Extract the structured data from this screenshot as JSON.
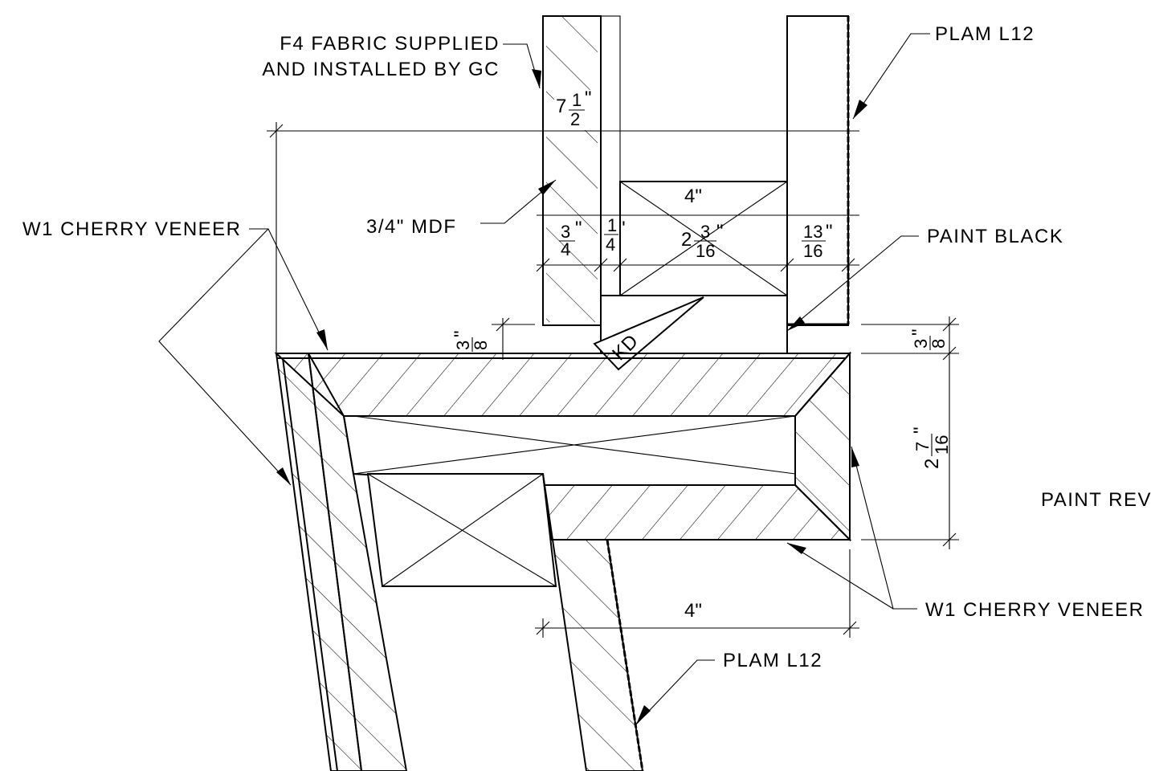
{
  "callouts": {
    "f4_fabric_line1": "F4 FABRIC SUPPLIED",
    "f4_fabric_line2": "AND INSTALLED BY GC",
    "plam_top": "PLAM L12",
    "mdf": "3/4\" MDF",
    "w1_left": "W1 CHERRY VENEER",
    "paint_black": "PAINT BLACK",
    "paint_reveal": "PAINT REV",
    "w1_right": "W1 CHERRY VENEER",
    "plam_bottom": "PLAM L12",
    "kd": "KD"
  },
  "dimensions": {
    "top_seven_whole": "7",
    "top_seven_num": "1",
    "top_seven_den": "2",
    "top_seven_inch": "\"",
    "top_block_width": "4\"",
    "three_quarter_num": "3",
    "three_quarter_den": "4",
    "three_quarter_inch": "\"",
    "quarter_num": "1",
    "quarter_den": "4",
    "quarter_inch": "\"",
    "two_three_whole": "2",
    "two_three_num": "3",
    "two_three_den": "16",
    "two_three_inch": "\"",
    "thirteen_num": "13",
    "thirteen_den": "16",
    "thirteen_inch": "\"",
    "left_eighth_num": "3",
    "left_eighth_den": "8",
    "left_eighth_inch": "\"",
    "right_eighth_num": "3",
    "right_eighth_den": "8",
    "right_eighth_inch": "\"",
    "vert_whole": "2",
    "vert_num": "7",
    "vert_den": "16",
    "vert_inch": "\"",
    "bottom_width": "4\""
  }
}
